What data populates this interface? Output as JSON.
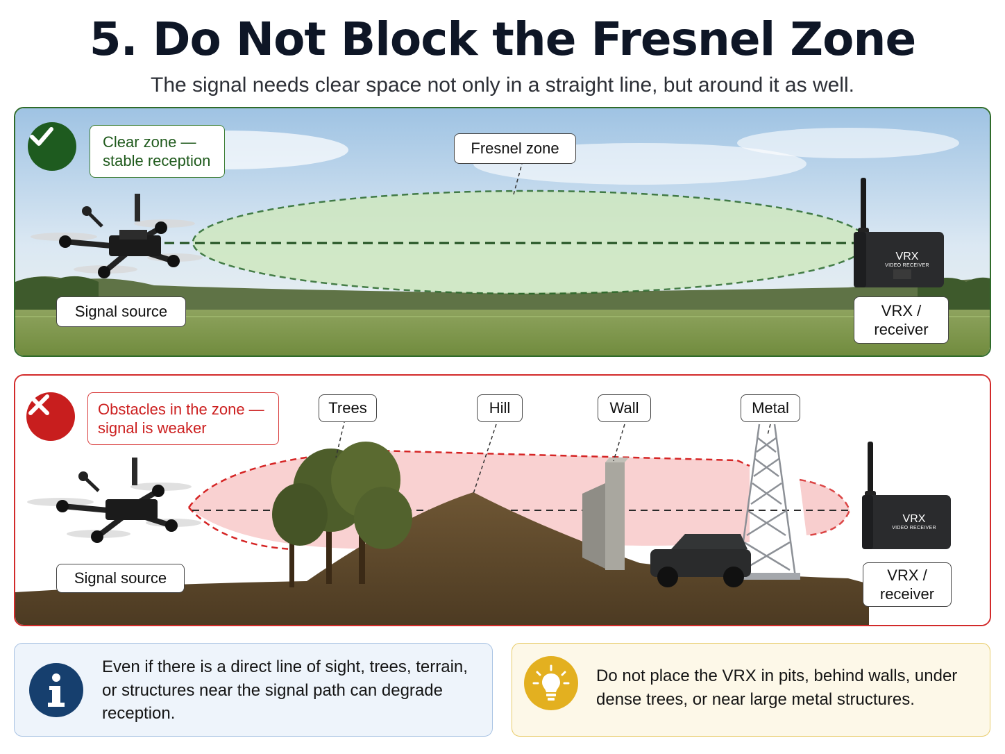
{
  "header": {
    "title": "5. Do Not Block the Fresnel Zone",
    "subtitle": "The signal needs clear space not only in a straight line, but around it as well."
  },
  "clear_panel": {
    "status_label": "Clear zone —\nstable reception",
    "zone_label": "Fresnel zone",
    "source_label": "Signal source",
    "receiver_label": "VRX /\nreceiver",
    "device_text": "VRX",
    "device_subtext": "VIDEO RECEIVER",
    "status_icon": "check-icon",
    "accent_color": "#2f6b2a"
  },
  "blocked_panel": {
    "status_label": "Obstacles in the zone —\nsignal is weaker",
    "obstacles": [
      "Trees",
      "Hill",
      "Wall",
      "Metal"
    ],
    "source_label": "Signal source",
    "receiver_label": "VRX /\nreceiver",
    "device_text": "VRX",
    "device_subtext": "VIDEO RECEIVER",
    "status_icon": "cross-icon",
    "accent_color": "#d22a2a"
  },
  "notes": {
    "info": {
      "icon": "info-icon",
      "text": "Even if there is a direct line of sight, trees, terrain,\nor structures near the signal path can degrade\nreception."
    },
    "tip": {
      "icon": "lightbulb-icon",
      "text": "Do not place the VRX in pits, behind walls, under\ndense trees, or near large metal structures."
    }
  }
}
